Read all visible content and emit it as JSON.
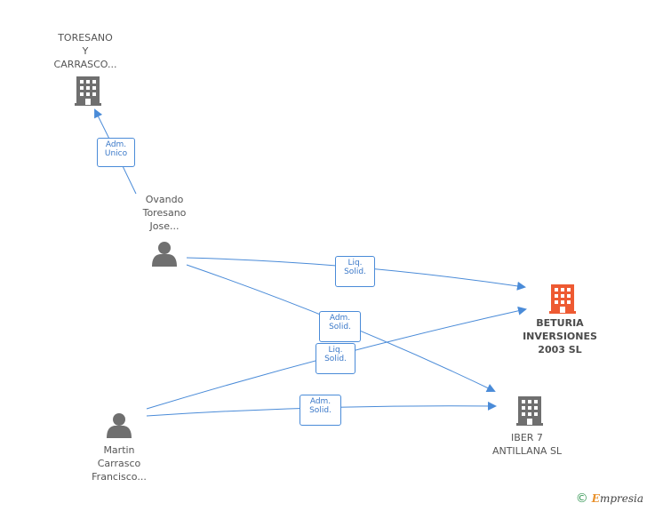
{
  "nodes": {
    "toresano": {
      "label": "TORESANO\nY\nCARRASCO...",
      "kind": "company"
    },
    "ovando": {
      "label": "Ovando\nToresano\nJose...",
      "kind": "person"
    },
    "beturia": {
      "label": "BETURIA\nINVERSIONES\n2003 SL",
      "kind": "company-highlight"
    },
    "iber": {
      "label": "IBER 7\nANTILLANA SL",
      "kind": "company"
    },
    "martin": {
      "label": "Martin\nCarrasco\nFrancisco...",
      "kind": "person"
    }
  },
  "edges": {
    "e1": {
      "label": "Adm.\nUnico"
    },
    "e2": {
      "label": "Liq.\nSolid."
    },
    "e3": {
      "label": "Adm.\nSolid."
    },
    "e4": {
      "label": "Liq.\nSolid."
    },
    "e5": {
      "label": "Adm.\nSolid."
    }
  },
  "colors": {
    "edge": "#4a8bd8",
    "building": "#6f6f6f",
    "building_highlight": "#ee5a32",
    "person": "#6f6f6f"
  },
  "footer": {
    "copyright": "©",
    "brand_first": "E",
    "brand_rest": "mpresia"
  }
}
